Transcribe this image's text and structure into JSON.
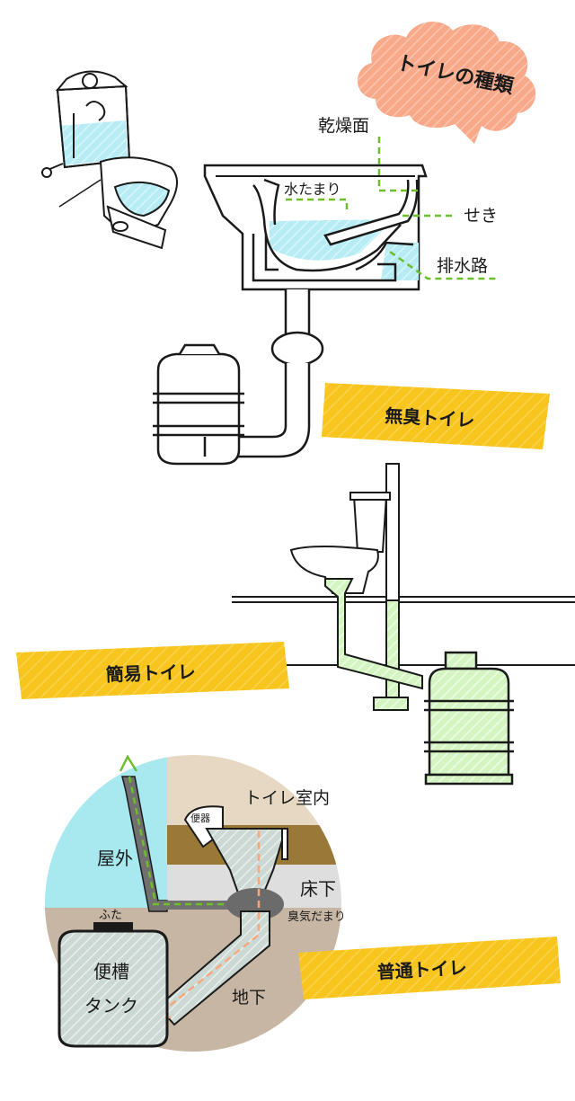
{
  "heading": "トイレの種類",
  "section1": {
    "title": "無臭トイレ",
    "labels": {
      "dry_surface": "乾燥面",
      "water_pool": "水たまり",
      "weir": "せき",
      "drain": "排水路"
    }
  },
  "section2": {
    "title": "簡易トイレ"
  },
  "section3": {
    "title": "普通トイレ",
    "labels": {
      "outdoor": "屋外",
      "indoor": "トイレ室内",
      "toilet_bowl": "便器",
      "underfloor": "床下",
      "odor_pocket": "臭気だまり",
      "lid": "ふた",
      "tank_line1": "便槽",
      "tank_line2": "タンク",
      "underground": "地下"
    }
  },
  "colors": {
    "water": "#b7ecf5",
    "accent_green": "#6dbd2c",
    "light_green": "#d9f7c9",
    "ribbon_yellow": "#f7c51e",
    "cloud_salmon": "#f8a98a",
    "sky": "#a8e8ef",
    "wall": "#e6d8c3",
    "wood": "#9a7838",
    "floor": "#dedede",
    "ground": "#c7b6a4",
    "pipe_gray": "#d2dcd8",
    "dark_gray": "#707070",
    "arrow_orange": "#f7a77c"
  },
  "icons": [
    "cloud-badge",
    "tape-ribbon",
    "toilet-tank",
    "septic-tank",
    "vent-arrow"
  ]
}
